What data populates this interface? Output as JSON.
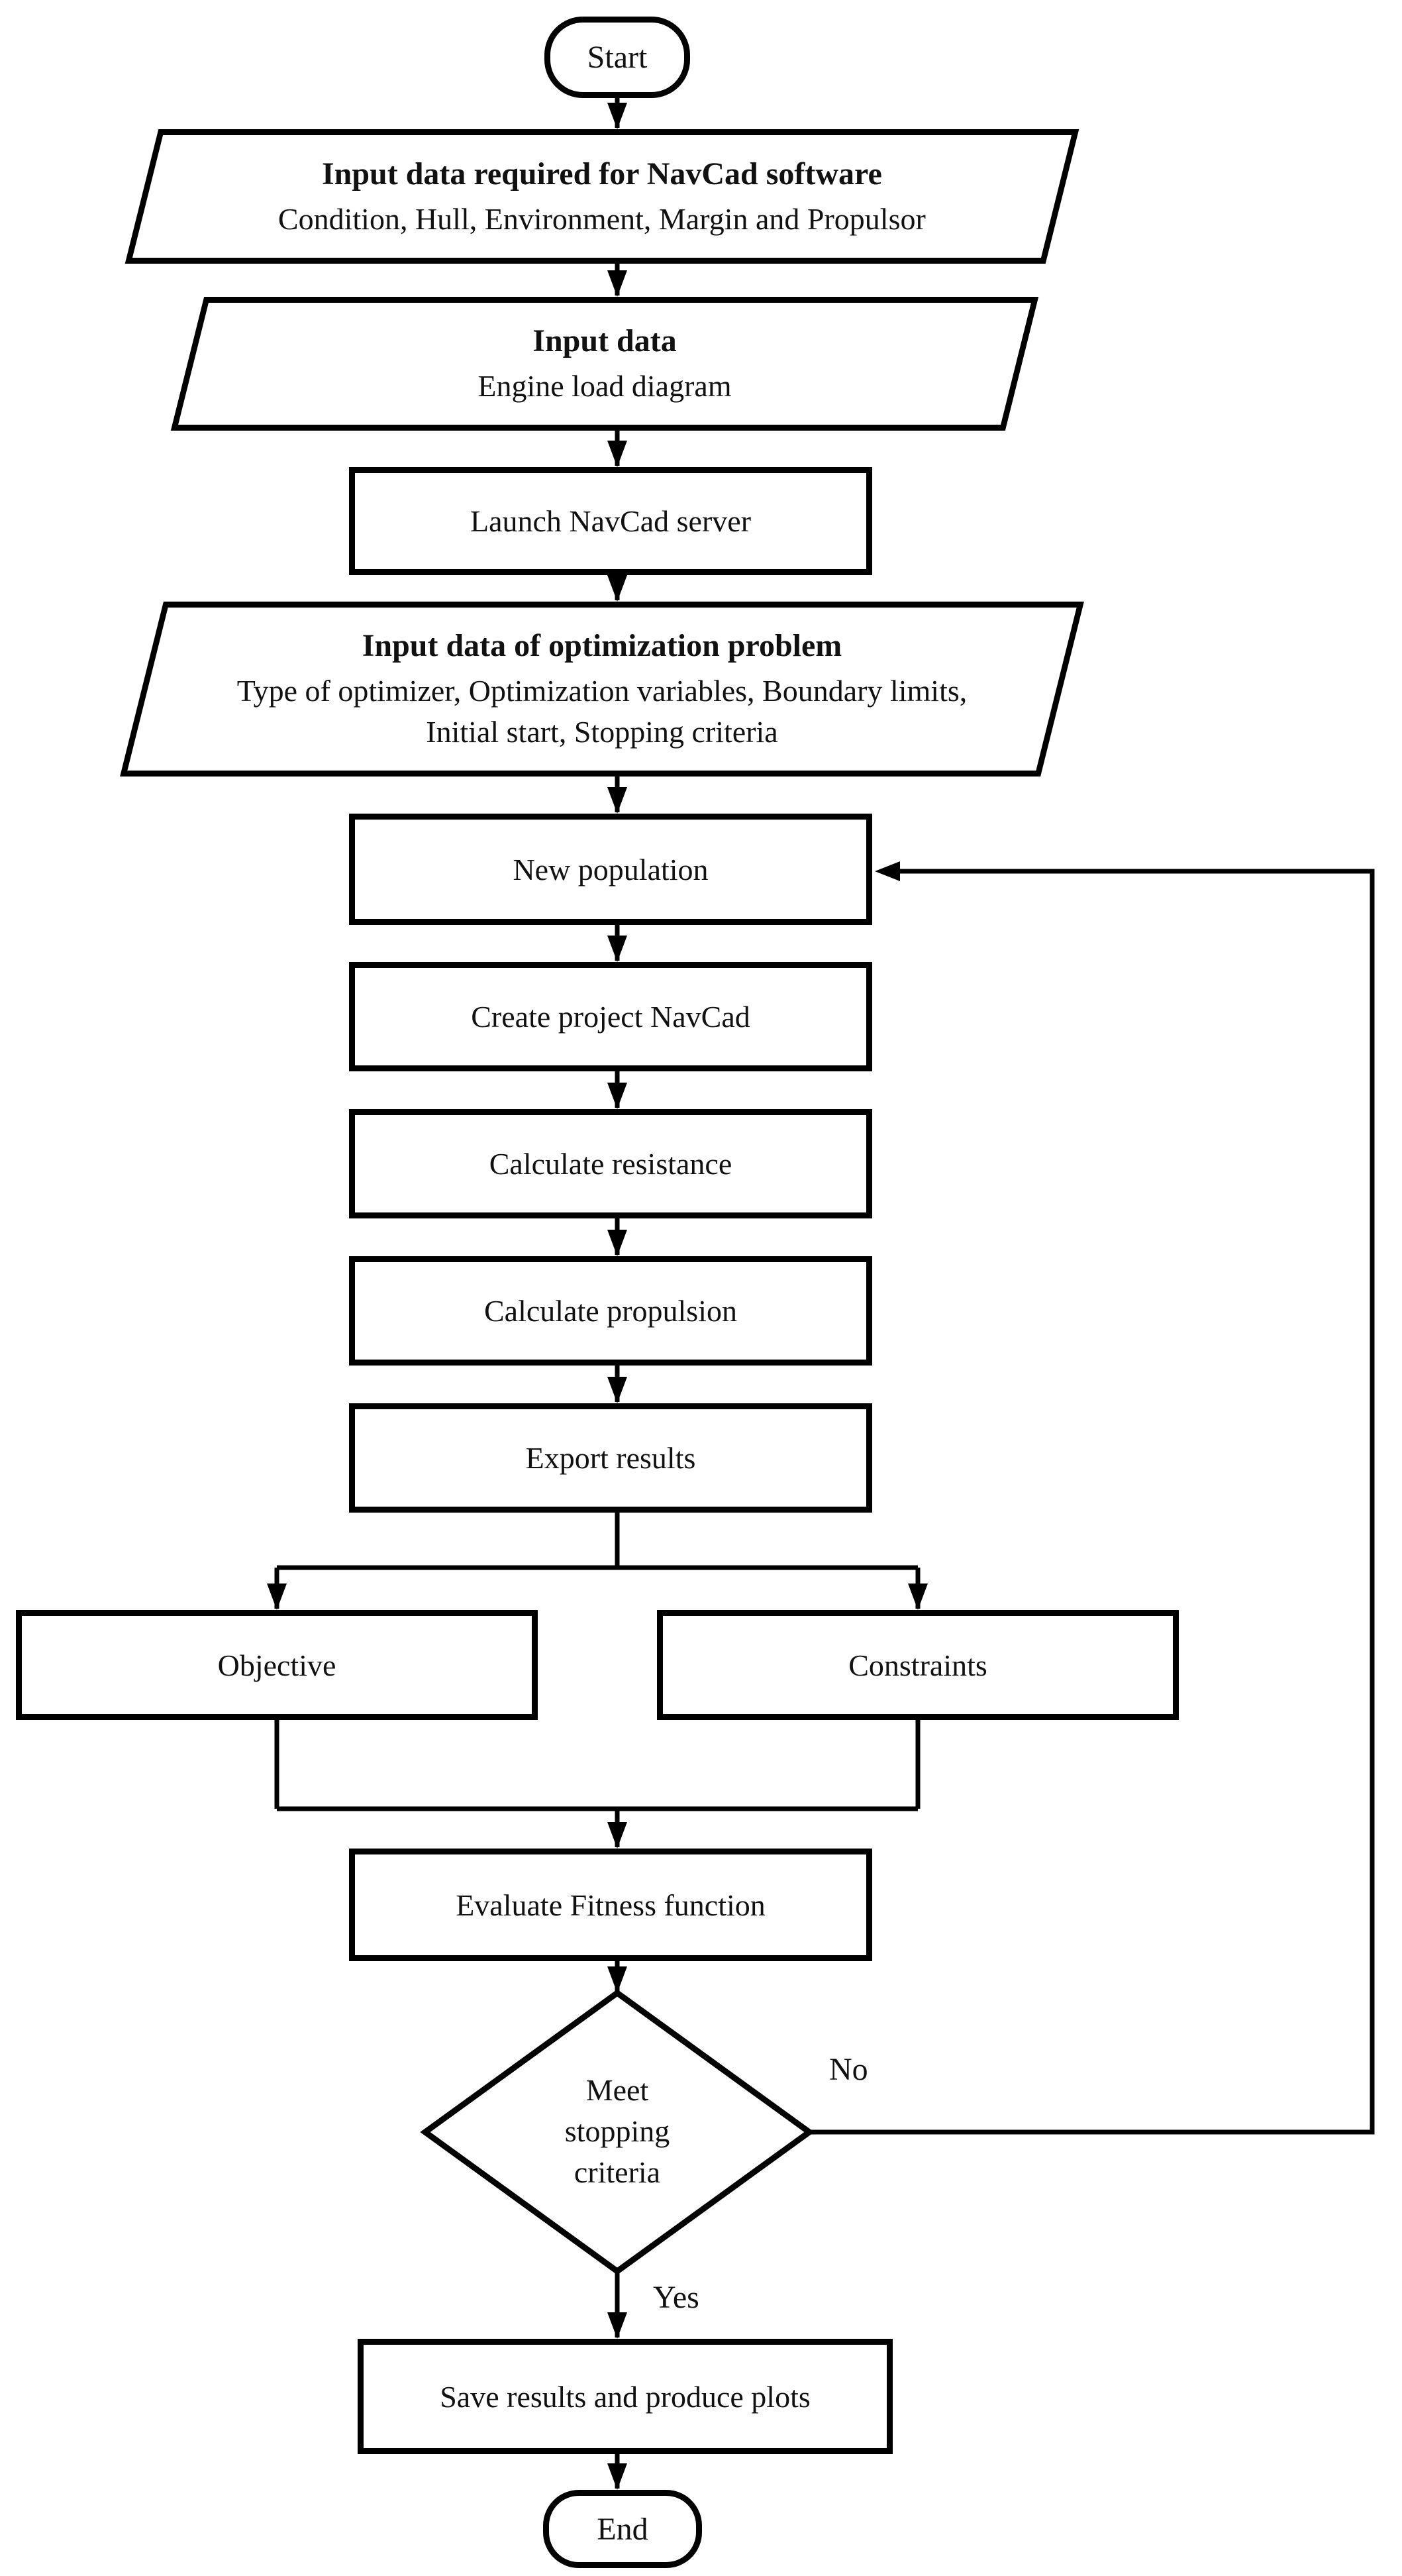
{
  "diagram": {
    "colors": {
      "stroke": "#000000",
      "fill": "#ffffff",
      "text": "#111111"
    },
    "nodes": {
      "start": {
        "label": "Start"
      },
      "input_navcad": {
        "title": "Input data required for NavCad software",
        "subtitle": "Condition, Hull, Environment, Margin and Propulsor"
      },
      "input_engine": {
        "title": "Input data",
        "subtitle": "Engine load diagram"
      },
      "launch_server": {
        "label": "Launch NavCad server"
      },
      "input_optimization": {
        "title": "Input data of optimization problem",
        "subtitle": "Type of optimizer, Optimization variables, Boundary limits, Initial start, Stopping criteria"
      },
      "new_population": {
        "label": "New population"
      },
      "create_project": {
        "label": "Create project NavCad"
      },
      "calculate_resistance": {
        "label": "Calculate resistance"
      },
      "calculate_propulsion": {
        "label": "Calculate propulsion"
      },
      "export_results": {
        "label": "Export results"
      },
      "objective": {
        "label": "Objective"
      },
      "constraints": {
        "label": "Constraints"
      },
      "evaluate_fitness": {
        "label": "Evaluate Fitness function"
      },
      "decision": {
        "label": "Meet stopping criteria"
      },
      "save_results": {
        "label": "Save results and produce plots"
      },
      "end": {
        "label": "End"
      }
    },
    "edge_labels": {
      "no": "No",
      "yes": "Yes"
    }
  }
}
